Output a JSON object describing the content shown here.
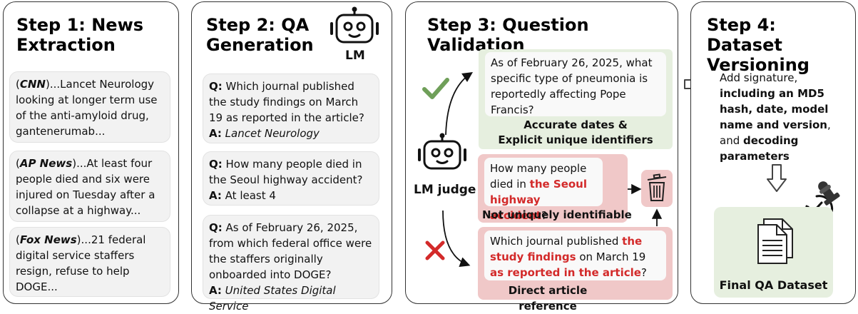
{
  "step1": {
    "title": "Step 1: News Extraction",
    "items": [
      {
        "source": "CNN",
        "text": "...Lancet Neurology looking at longer term use of the anti-amyloid drug, gantenerumab..."
      },
      {
        "source": "AP News",
        "text": "...At least four people died and six were injured on Tuesday after a collapse at a highway..."
      },
      {
        "source": "Fox News",
        "text": "...21 federal digital service staffers resign, refuse to help DOGE..."
      }
    ]
  },
  "step2": {
    "title": "Step 2: QA Generation",
    "robot_label": "LM",
    "q_prefix": "Q:",
    "a_prefix": "A:",
    "items": [
      {
        "q": "Which journal published the study findings on March 19 as reported in the article?",
        "a": "Lancet Neurology"
      },
      {
        "q": "How many people died in the Seoul highway accident?",
        "a": "At least 4"
      },
      {
        "q": "As of February 26, 2025, from which federal office were the staffers originally onboarded into DOGE?",
        "a": "United States Digital Service"
      }
    ]
  },
  "step3": {
    "title": "Step 3: Question Validation",
    "judge_label": "LM judge",
    "accepted": {
      "question": "As of February 26, 2025, what specific type of pneumonia is reportedly affecting Pope Francis?",
      "caption_line1": "Accurate dates &",
      "caption_line2": "Explicit unique identifiers"
    },
    "rejected1": {
      "pre": "How many people died in ",
      "highlight": "the Seoul highway accident",
      "post": "?",
      "caption": "Not uniquely identifiable"
    },
    "rejected2": {
      "pre": "Which journal published ",
      "highlight1": "the study findings",
      "mid": " on March 19 ",
      "highlight2": "as reported in the article",
      "post": "?",
      "caption": "Direct article reference"
    }
  },
  "step4": {
    "title": "Step 4: Dataset Versioning",
    "text_plain1": "Add signature, ",
    "text_bold1": "including an MD5 hash, date, model name and version",
    "text_plain2": ", and ",
    "text_bold2": "decoding parameters",
    "final_label": "Final QA Dataset"
  },
  "colors": {
    "accept": "#6f9f59",
    "reject": "#d32a2a",
    "green_bg": "#e6efdf",
    "red_bg": "#f0c8c8"
  },
  "icons": [
    "robot-icon",
    "checkmark-icon",
    "x-mark-icon",
    "trash-icon",
    "arrow-icon",
    "stamp-icon",
    "document-icon"
  ]
}
